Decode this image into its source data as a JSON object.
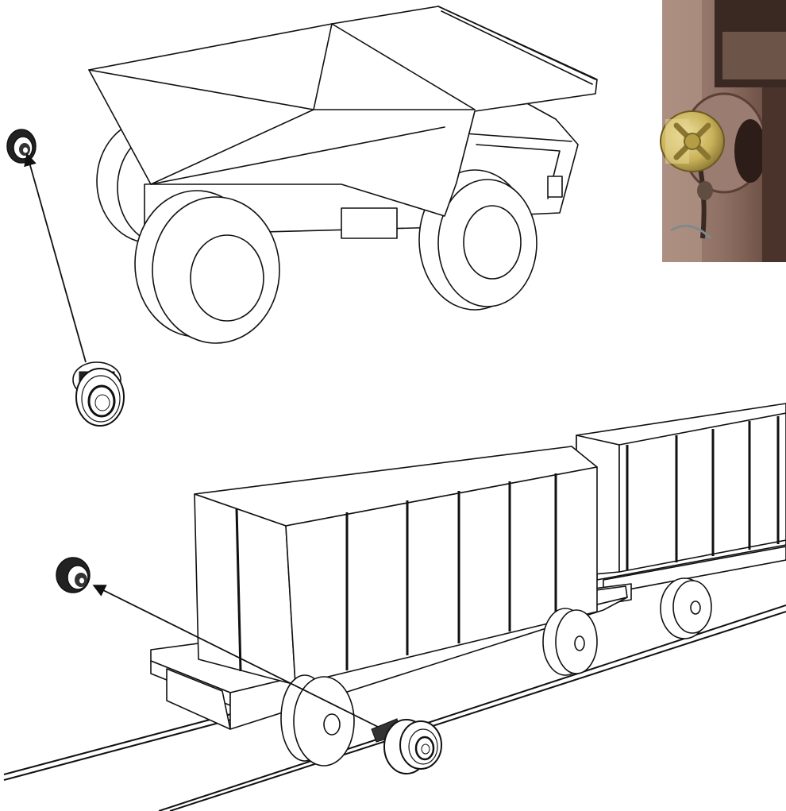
{
  "scene": {
    "objects": [
      {
        "name": "haul-truck",
        "kind": "line-drawing"
      },
      {
        "name": "ore-rail-car-front",
        "kind": "line-drawing"
      },
      {
        "name": "ore-rail-car-rear",
        "kind": "line-drawing"
      },
      {
        "name": "rfid-tag-photo",
        "kind": "photograph"
      }
    ],
    "tag_callouts": 2,
    "colors": {
      "line": "#111111",
      "background": "#ffffff",
      "photo_wall": "#8a6a5c",
      "photo_tag": "#c9b25a"
    }
  }
}
